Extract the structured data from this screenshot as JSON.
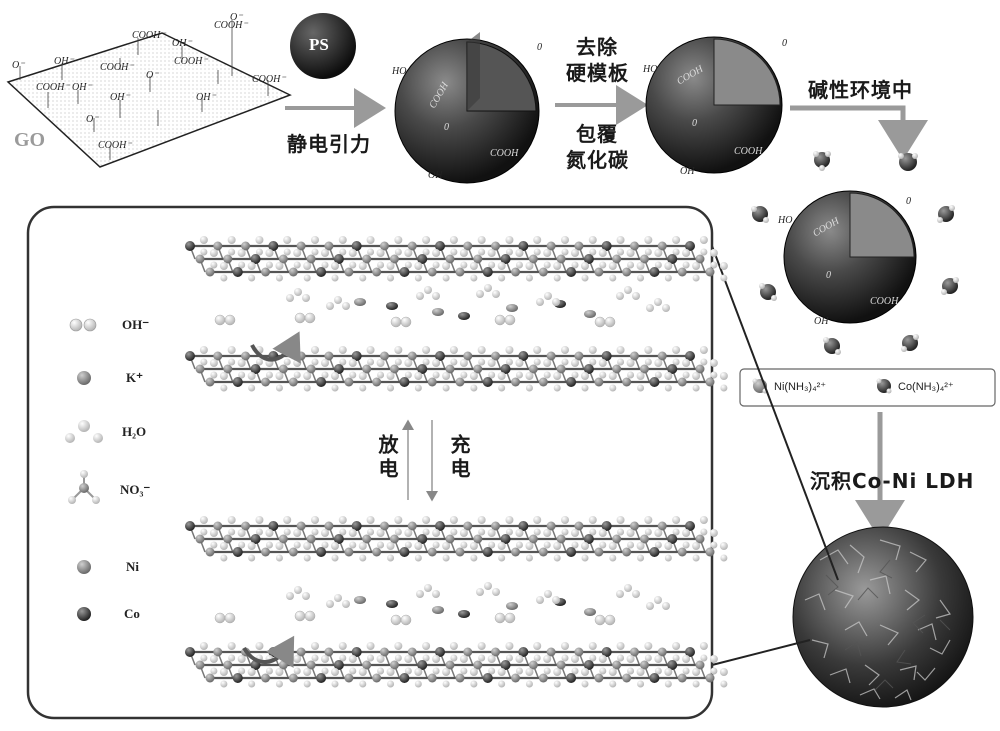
{
  "labels": {
    "go": "GO",
    "ps": "PS",
    "electrostatic": "静电引力",
    "remove_template_1": "去除",
    "remove_template_2": "硬模板",
    "coat_1": "包覆",
    "coat_2": "氮化碳",
    "alkaline": "碱性环境中",
    "deposit": "沉积Co-Ni LDH",
    "discharge": "放电",
    "charge": "充电"
  },
  "go_sheet_groups": [
    "O⁻",
    "OH⁻",
    "COOH⁻",
    "COOH⁻",
    "OH⁻",
    "O⁻",
    "COOH⁻",
    "COOH⁻",
    "OH⁻",
    "O⁻",
    "COOH⁻",
    "OH⁻",
    "COOH⁻",
    "OH⁻",
    "O⁻",
    "COOH⁻"
  ],
  "sphere_groups": {
    "cooh": "COOH",
    "o": "0",
    "ho": "HO",
    "oh": "OH"
  },
  "complex_legend": {
    "ni": "Ni(NH₃)₄²⁺",
    "co": "Co(NH₃)₄²⁺"
  },
  "legend": [
    {
      "label": "OH⁻",
      "icon": "oh-icon"
    },
    {
      "label": "K⁺",
      "icon": "k-icon"
    },
    {
      "label": "H₂O",
      "icon": "h2o-icon"
    },
    {
      "label": "NO₃⁻",
      "icon": "no3-icon"
    },
    {
      "label": "Ni",
      "icon": "ni-icon"
    },
    {
      "label": "Co",
      "icon": "co-icon"
    }
  ],
  "colors": {
    "sphere_dark": "#2b2b2b",
    "sphere_mid": "#6a6a6a",
    "arrow": "#9a9a9a",
    "panel_border": "#333333"
  }
}
